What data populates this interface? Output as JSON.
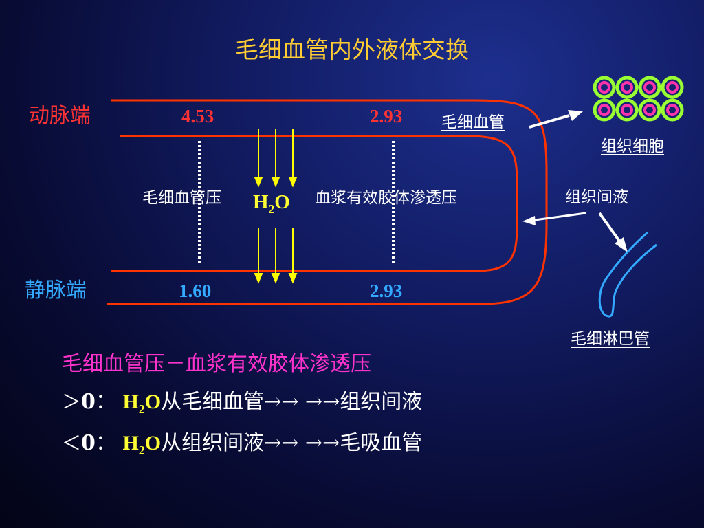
{
  "title": "毛细血管内外液体交换",
  "capillary": {
    "arterial_end_label": "动脉端",
    "venous_end_label": "静脉端",
    "arterial_values": [
      "4.53",
      "2.93"
    ],
    "venous_values": [
      "1.60",
      "2.93"
    ],
    "left_pressure_label": "毛细血管压",
    "right_pressure_label": "血浆有效胶体渗透压",
    "water": {
      "base": "H",
      "sub": "2",
      "tail": "O"
    }
  },
  "legend": {
    "capillary": "毛细血管",
    "tissue_cell": "组织细胞",
    "interstitial_fluid": "组织间液",
    "lymph_capillary": "毛细淋巴管"
  },
  "formula": "毛细血管压－血浆有效胶体渗透压",
  "rules": [
    {
      "symbol": "＞",
      "value": "0",
      "colon": "：",
      "h2o_base": "H",
      "h2o_sub": "2",
      "h2o_tail": "O",
      "text": "从毛细血管→→ →→组织间液"
    },
    {
      "symbol": "＜",
      "value": "0",
      "colon": "：",
      "h2o_base": "H",
      "h2o_sub": "2",
      "h2o_tail": "O",
      "text": "从组织间液→→ →→毛吸血管"
    }
  ],
  "colors": {
    "title": "#ffcc33",
    "arterial": "#ff3333",
    "venous": "#33aaff",
    "capillary_wall": "#ff3300",
    "arrow": "#ffff00",
    "cell_outer": "#99ff33",
    "cell_inner": "#ff33aa",
    "lymph": "#33aaff",
    "formula": "#ff33cc"
  }
}
